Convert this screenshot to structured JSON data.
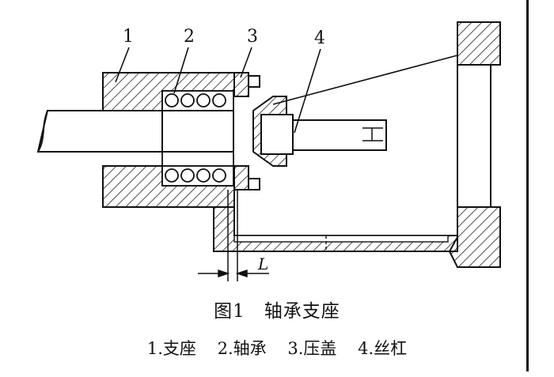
{
  "callouts": {
    "c1": "1",
    "c2": "2",
    "c3": "3",
    "c4": "4"
  },
  "dimension_label": "L",
  "figure_caption": "图1　轴承支座",
  "legend": {
    "item1": "1.支座",
    "item2": "2.轴承",
    "item3": "3.压盖",
    "item4": "4.丝杠"
  }
}
